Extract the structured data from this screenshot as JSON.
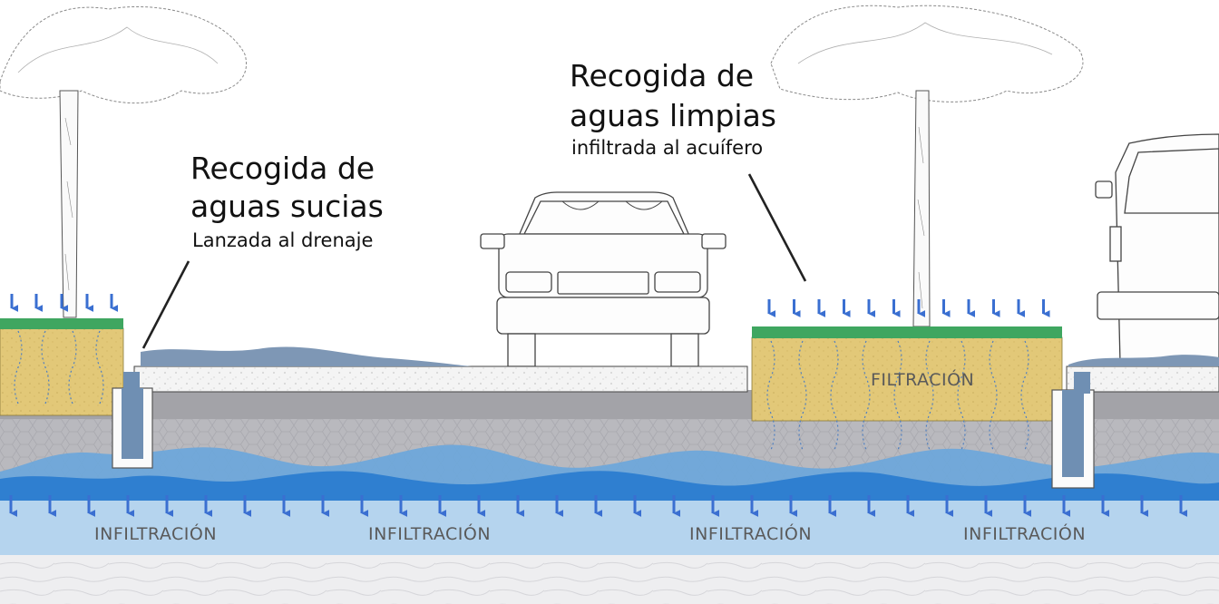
{
  "callouts": {
    "dirty": {
      "title_line1": "Recogida de",
      "title_line2": "aguas sucias",
      "subtitle": "Lanzada al drenaje"
    },
    "clean": {
      "title_line1": "Recogida de",
      "title_line2": "aguas limpias",
      "subtitle": "infiltrada al acuífero"
    }
  },
  "layer_labels": {
    "filtration": "FILTRACIÓN",
    "infiltration": [
      "INFILTRACIÓN",
      "INFILTRACIÓN",
      "INFILTRACIÓN",
      "INFILTRACIÓN"
    ]
  },
  "colors": {
    "grass": "#3fa660",
    "soil": "#e2c878",
    "gravel": "#b9b9be",
    "asphalt": "#a3a3a8",
    "groundwater_deep": "#2f7fd0",
    "groundwater_mid": "#5e9fd8",
    "aquifer": "#b5d4ee",
    "arrow": "#3a6fd1",
    "runoff": "#7e97b5",
    "line": "#222222"
  },
  "icons": {
    "rain_arrow": "arrow-down-icon",
    "tree": "tree-icon",
    "car": "car-icon",
    "van": "van-icon",
    "drain": "drain-icon"
  }
}
